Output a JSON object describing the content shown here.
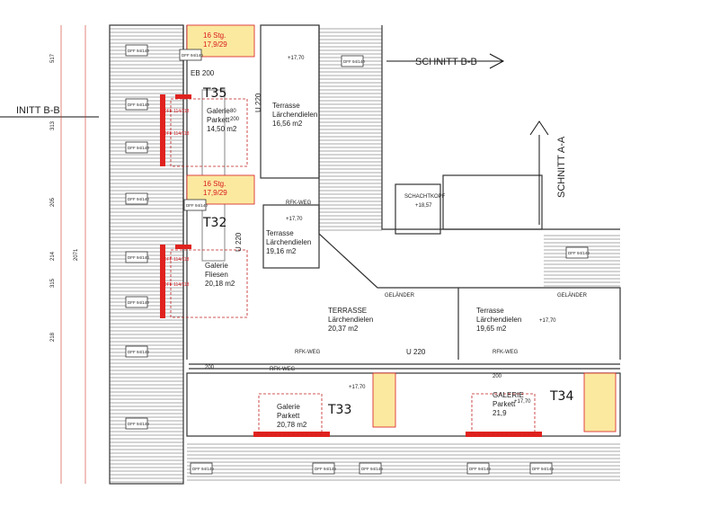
{
  "section_labels": {
    "schnitt_bb_right": "SCHNITT B-B",
    "schnitt_bb_left": "INITT B-B",
    "schnitt_aa": "SCHNITT A-A"
  },
  "units": [
    {
      "id": "T35",
      "label": "T35"
    },
    {
      "id": "T32",
      "label": "T32"
    },
    {
      "id": "T33",
      "label": "T33"
    },
    {
      "id": "T34",
      "label": "T34"
    }
  ],
  "rooms": [
    {
      "name": "Galerie",
      "material": "Parkett",
      "area": "14,50 m2"
    },
    {
      "name": "Galerie",
      "material": "Fliesen",
      "area": "20,18 m2"
    },
    {
      "name": "Galerie",
      "material": "Parkett",
      "area": "20,78 m2"
    },
    {
      "name": "GALERIE",
      "material": "Parkett",
      "area": "21,9"
    }
  ],
  "terraces": [
    {
      "name": "Terrasse",
      "material": "Lärchendielen",
      "area": "16,56 m2"
    },
    {
      "name": "Terrasse",
      "material": "Lärchendielen",
      "area": "19,16 m2"
    },
    {
      "name": "TERRASSE",
      "material": "Lärchendielen",
      "area": "20,37 m2"
    },
    {
      "name": "Terrasse",
      "material": "Lärchendielen",
      "area": "19,65 m2"
    }
  ],
  "elevations": {
    "e1": "+17,70",
    "e2": "+17,70",
    "e3": "+17,70",
    "e4": "+17,70",
    "e5": "+17,70",
    "schacht": "+18,57"
  },
  "schachtkopf": "SCHACHTKOPF",
  "stairs": {
    "s1": "16 Stg.",
    "s1b": "17,9/29",
    "s2": "16 Stg.",
    "s2b": "17,9/29"
  },
  "u_labels": {
    "u1": "U 220",
    "u2": "U 220",
    "u3": "U 220"
  },
  "misc": {
    "eb200": "EB 200",
    "w80": "80",
    "w200a": "200",
    "w200b": "200",
    "w200c": "200",
    "rfk1": "RFK-WEG",
    "rfk2": "RFK-WEG",
    "rfk3": "RFK-WEG",
    "rfk4": "RFK-WEG",
    "gel1": "GELÄNDER",
    "gel2": "GELÄNDER"
  },
  "window_tag": "DFF 94/140",
  "red_window_tag": "DFF 114/118",
  "dimensions_left": [
    "517",
    "313",
    "205",
    "214",
    "315",
    "218"
  ],
  "dimension_total": "2071"
}
